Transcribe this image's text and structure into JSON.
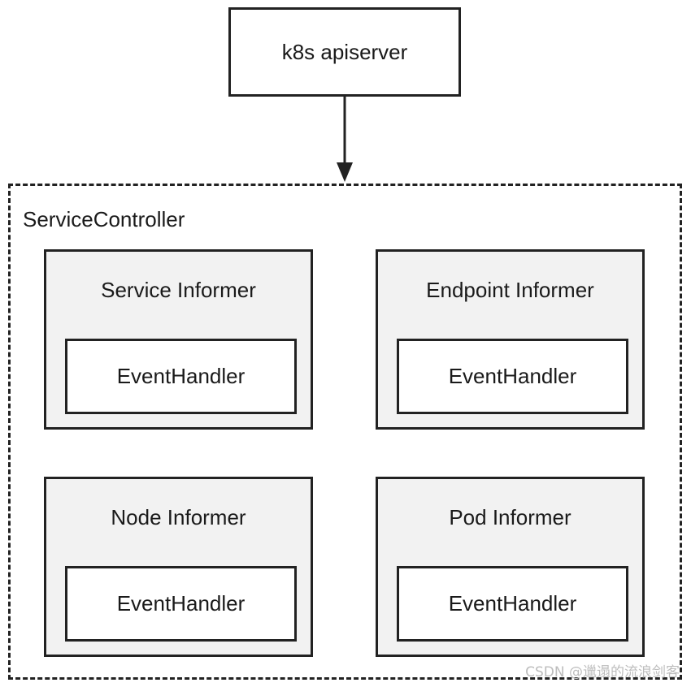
{
  "apiserver": {
    "label": "k8s apiserver"
  },
  "controller": {
    "label": "ServiceController"
  },
  "informers": [
    {
      "title": "Service Informer",
      "handler": "EventHandler"
    },
    {
      "title": "Endpoint Informer",
      "handler": "EventHandler"
    },
    {
      "title": "Node Informer",
      "handler": "EventHandler"
    },
    {
      "title": "Pod Informer",
      "handler": "EventHandler"
    }
  ],
  "watermark": "CSDN @邋遢的流浪剑客",
  "colors": {
    "stroke": "#222222",
    "informer_fill": "#f2f2f2",
    "watermark": "#bdbdbd"
  }
}
